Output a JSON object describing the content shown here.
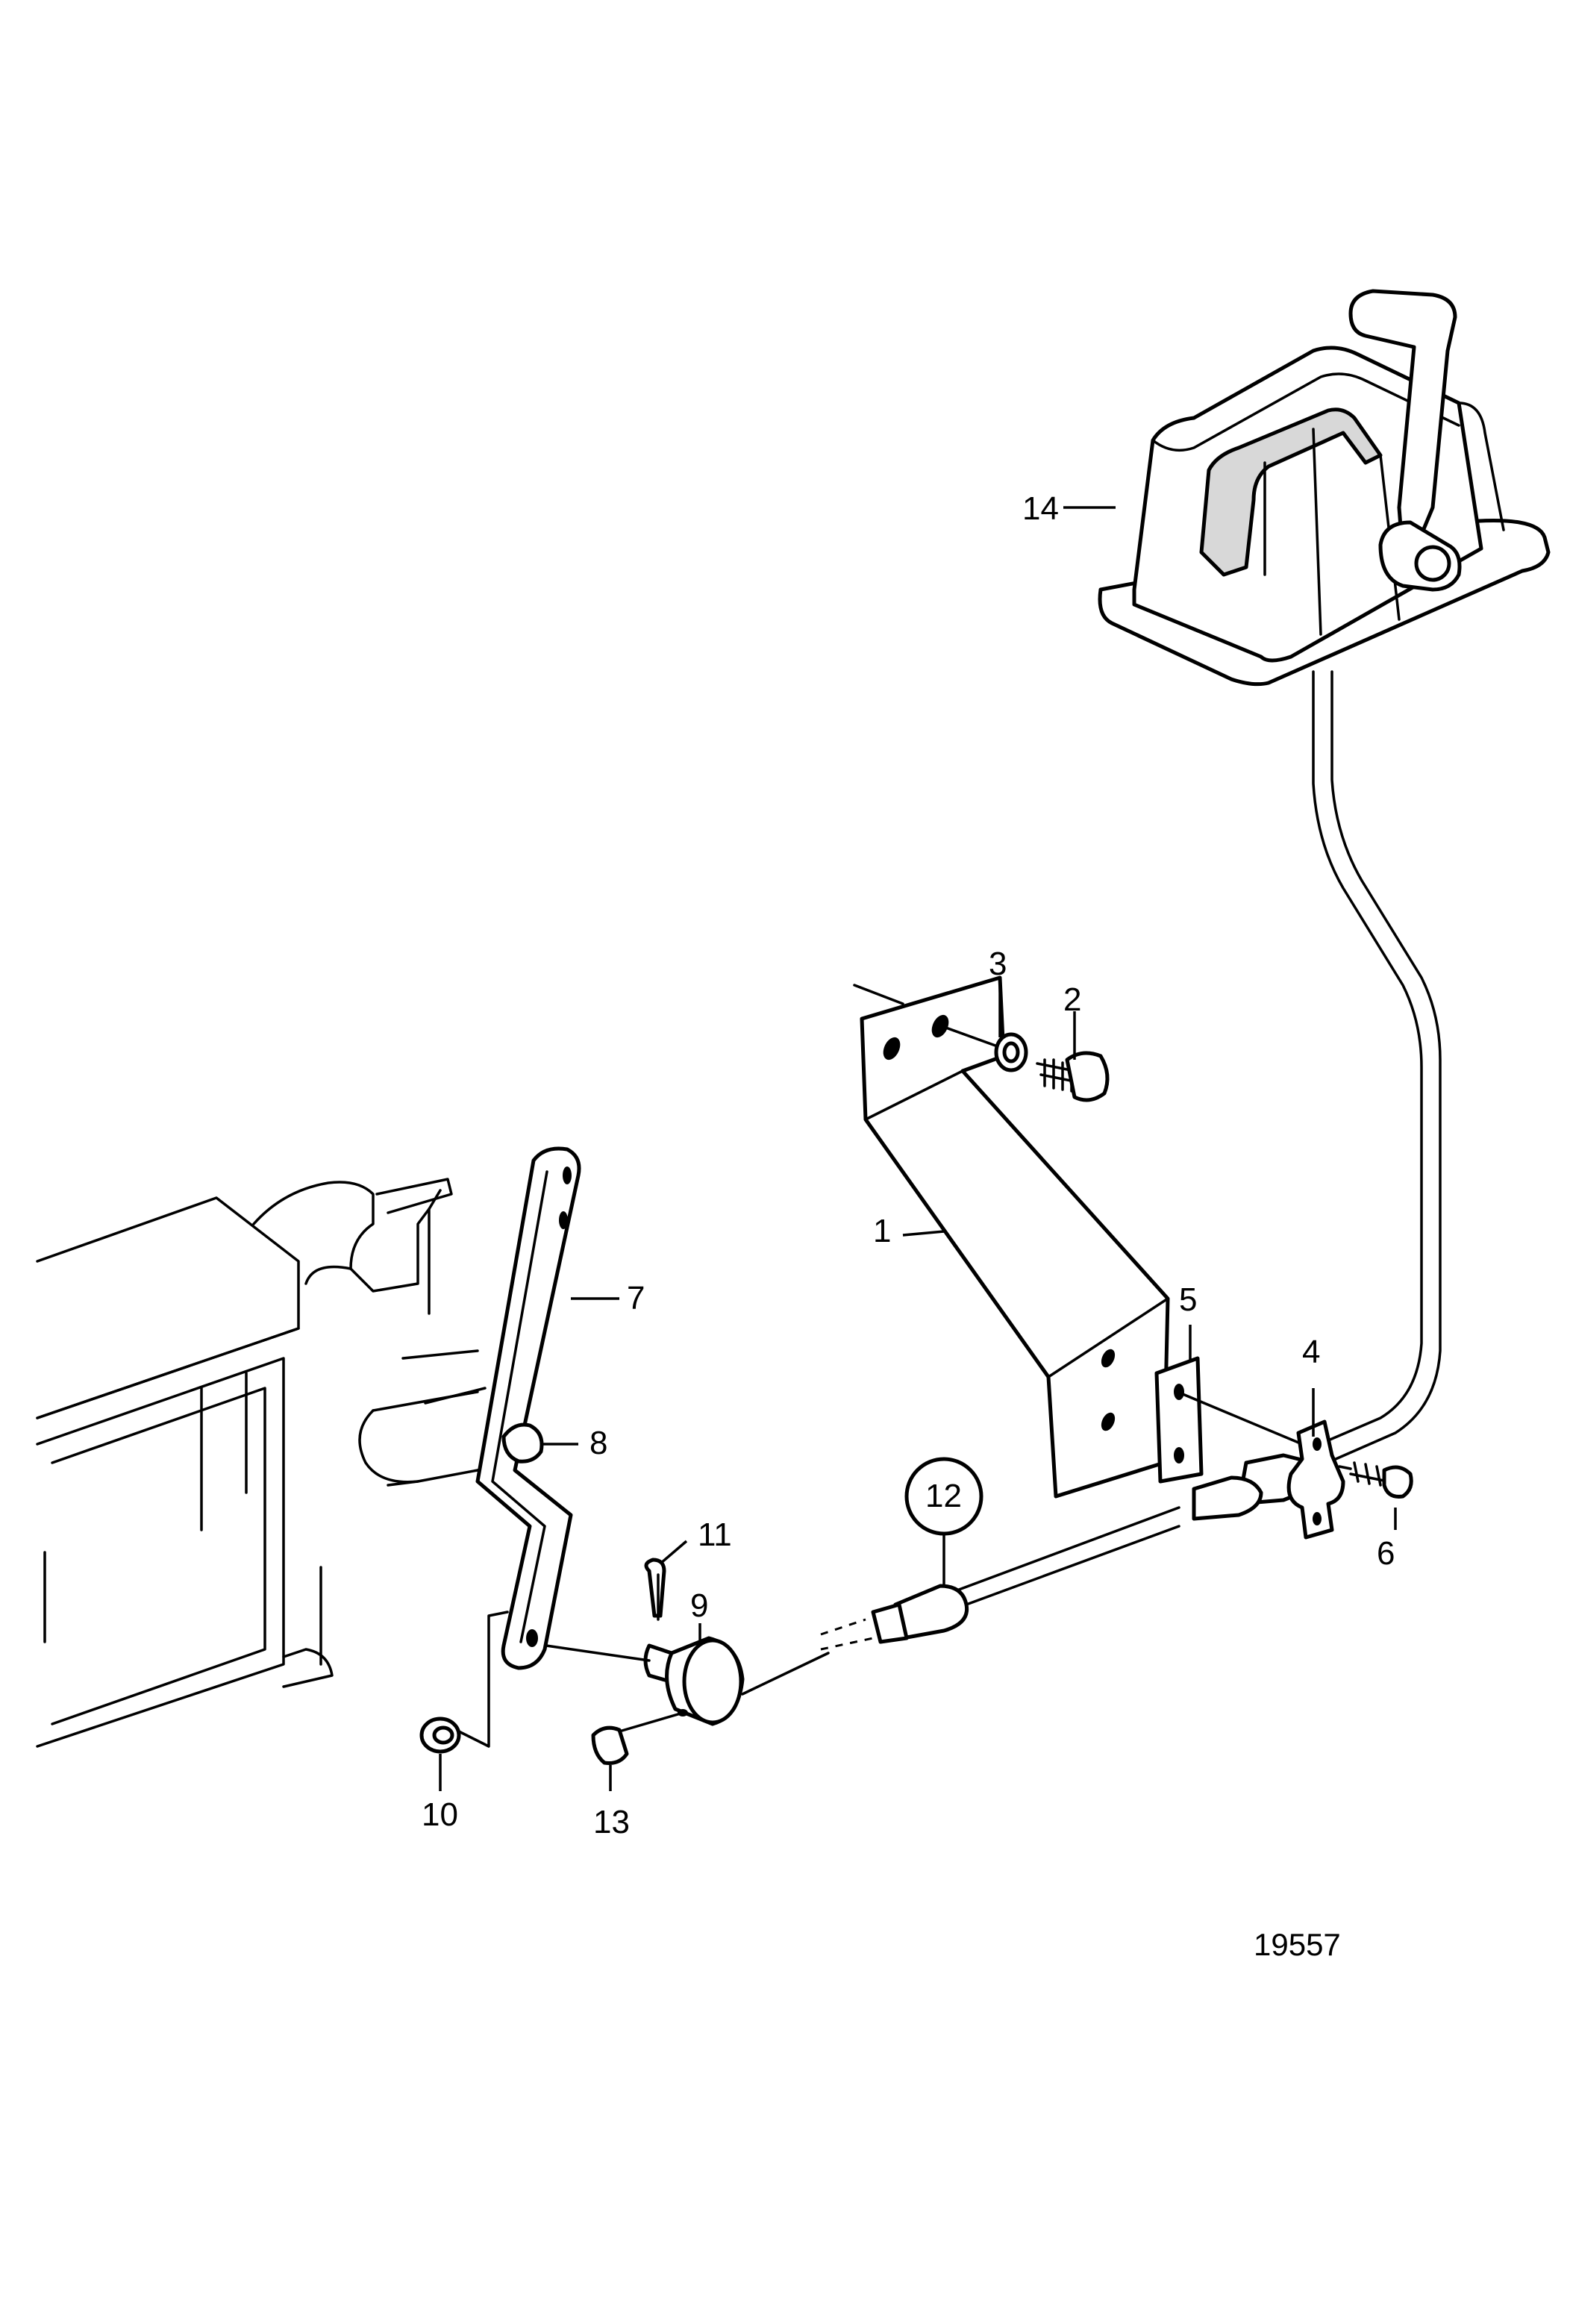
{
  "callouts": [
    {
      "number": "1"
    },
    {
      "number": "2"
    },
    {
      "number": "3"
    },
    {
      "number": "4"
    },
    {
      "number": "5"
    },
    {
      "number": "6"
    },
    {
      "number": "7"
    },
    {
      "number": "8"
    },
    {
      "number": "9"
    },
    {
      "number": "10"
    },
    {
      "number": "11"
    },
    {
      "number": "12"
    },
    {
      "number": "13"
    },
    {
      "number": "14"
    }
  ],
  "drawing_number": "19557",
  "colors": {
    "line": "#000000",
    "background": "#ffffff"
  }
}
